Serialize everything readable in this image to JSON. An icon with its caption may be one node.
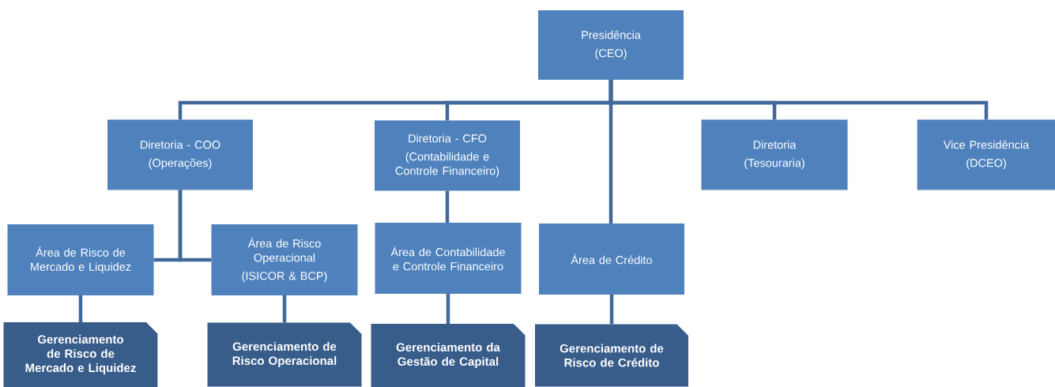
{
  "diagram": {
    "nodes": [
      {
        "text": [
          "Presidência",
          "(CEO)"
        ]
      },
      {
        "text": [
          "Diretoria - COO",
          "(Operações)"
        ]
      },
      {
        "text": [
          "Diretoria - CFO",
          "(Contabilidade e Controle Financeiro)"
        ]
      },
      {
        "text": [
          "Diretoria",
          "(Tesouraria)"
        ]
      },
      {
        "text": [
          "Vice Presidência",
          "(DCEO)"
        ]
      },
      {
        "text": [
          "Área de Risco de Mercado e Liquidez"
        ]
      },
      {
        "text": [
          "Área de Risco Operacional",
          "(ISICOR & BCP)"
        ]
      },
      {
        "text": [
          "Área de Contabilidade e Controle Financeiro"
        ]
      },
      {
        "text": [
          "Área de Crédito"
        ]
      },
      {
        "text": [
          "Gerenciamento de Risco de Mercado e Liquidez"
        ]
      },
      {
        "text": [
          "Gerenciamento de Risco Operacional"
        ]
      },
      {
        "text": [
          "Gerenciamento da Gestão de Capital"
        ]
      },
      {
        "text": [
          "Gerenciamento de Risco de Crédito"
        ]
      }
    ],
    "edges": [
      {
        "from": 0,
        "to": 1,
        "arrow": "none"
      },
      {
        "from": 0,
        "to": 2,
        "arrow": "none"
      },
      {
        "from": 0,
        "to": 3,
        "arrow": "none"
      },
      {
        "from": 0,
        "to": 4,
        "arrow": "none"
      },
      {
        "from": 0,
        "to": 8,
        "arrow": "none"
      },
      {
        "from": 1,
        "to": 5,
        "arrow": "none"
      },
      {
        "from": 1,
        "to": 6,
        "arrow": "none"
      },
      {
        "from": 2,
        "to": 7,
        "arrow": "none"
      },
      {
        "from": 5,
        "to": 9,
        "arrow": "none"
      },
      {
        "from": 6,
        "to": 10,
        "arrow": "none"
      },
      {
        "from": 7,
        "to": 11,
        "arrow": "none"
      },
      {
        "from": 8,
        "to": 12,
        "arrow": "none"
      }
    ]
  }
}
